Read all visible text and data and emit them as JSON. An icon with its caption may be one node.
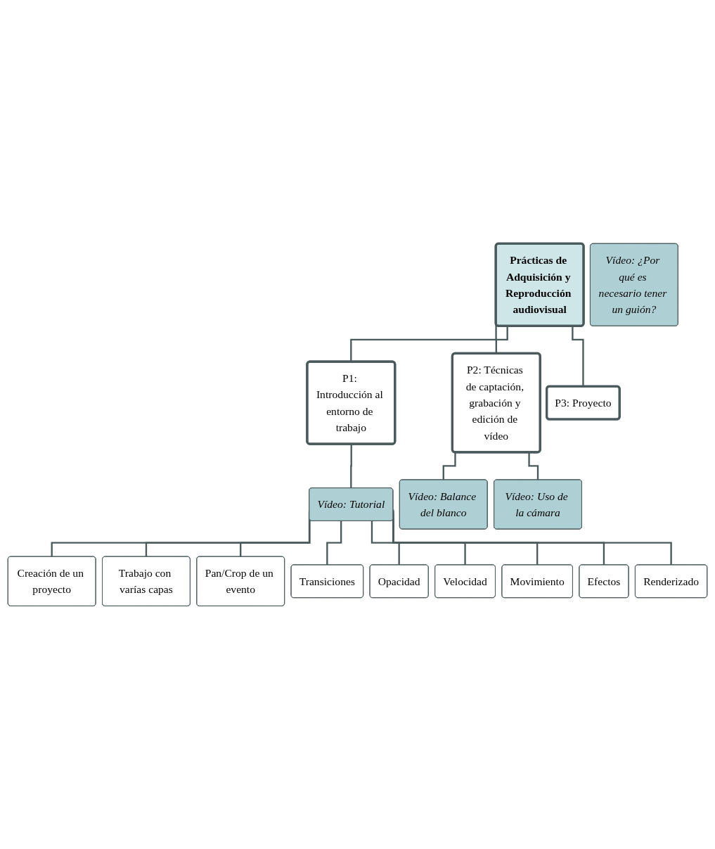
{
  "diagram": {
    "nodes": [
      {
        "text": [
          "Prácticas de Adquisición y Reproducción audiovisual"
        ]
      },
      {
        "text": [
          "P1: Introducción al entorno de trabajo"
        ]
      },
      {
        "text": [
          "Vídeo: Tutorial"
        ]
      },
      {
        "text": [
          "Creación de un proyecto"
        ]
      },
      {
        "text": [
          "Trabajo con varías capas"
        ]
      },
      {
        "text": [
          "Pan/Crop de un evento"
        ]
      },
      {
        "text": [
          "Transiciones"
        ]
      },
      {
        "text": [
          "Opacidad"
        ]
      },
      {
        "text": [
          "Velocidad"
        ]
      },
      {
        "text": [
          "Movimiento"
        ]
      },
      {
        "text": [
          "Efectos"
        ]
      },
      {
        "text": [
          "Renderizado"
        ]
      },
      {
        "text": [
          "P2: Técnicas de captación, grabación y edición de vídeo"
        ]
      },
      {
        "text": [
          "Vídeo: ¿Por qué es necesario tener un guión?"
        ]
      },
      {
        "text": [
          "Vídeo: Balance del blanco"
        ]
      },
      {
        "text": [
          "Vídeo: Uso de la cámara"
        ]
      },
      {
        "text": [
          "P3: Proyecto"
        ]
      }
    ],
    "edges": [
      {
        "from": 0,
        "to": 1,
        "arrow": "none"
      },
      {
        "from": 1,
        "to": 2,
        "arrow": "none"
      },
      {
        "from": 2,
        "to": 3,
        "arrow": "none"
      },
      {
        "from": 2,
        "to": 4,
        "arrow": "none"
      },
      {
        "from": 2,
        "to": 5,
        "arrow": "none"
      },
      {
        "from": 2,
        "to": 6,
        "arrow": "none"
      },
      {
        "from": 2,
        "to": 7,
        "arrow": "none"
      },
      {
        "from": 2,
        "to": 8,
        "arrow": "none"
      },
      {
        "from": 2,
        "to": 9,
        "arrow": "none"
      },
      {
        "from": 2,
        "to": 10,
        "arrow": "none"
      },
      {
        "from": 2,
        "to": 11,
        "arrow": "none"
      },
      {
        "from": 0,
        "to": 12,
        "arrow": "none"
      },
      {
        "from": 12,
        "to": 14,
        "arrow": "none"
      },
      {
        "from": 12,
        "to": 15,
        "arrow": "none"
      },
      {
        "from": 0,
        "to": 16,
        "arrow": "none"
      }
    ]
  }
}
